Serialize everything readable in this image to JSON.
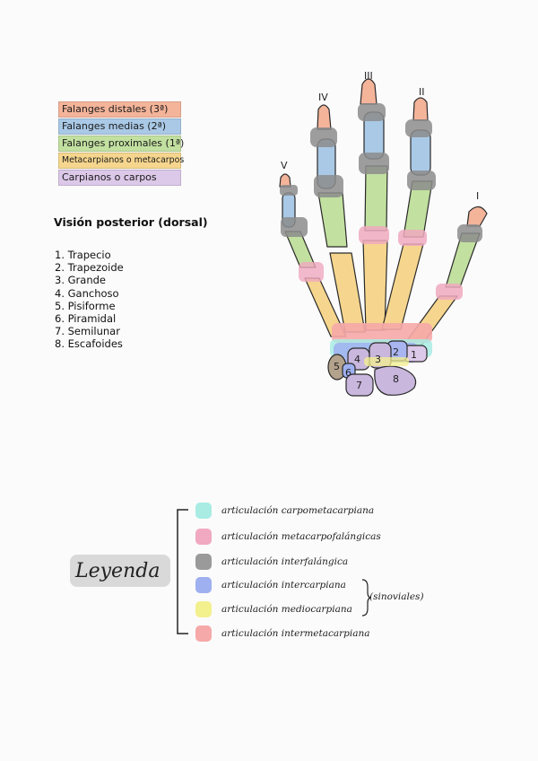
{
  "bone_key": [
    {
      "label": "Falanges distales (3ª)",
      "color": "#f4b49a"
    },
    {
      "label": "Falanges medias (2ª)",
      "color": "#a9c9e6"
    },
    {
      "label": "Falanges proximales (1ª)",
      "color": "#c2e0a0"
    },
    {
      "label": "Metacarpianos o metacarpos",
      "color": "#f6d68e"
    },
    {
      "label": "Carpianos o carpos",
      "color": "#dcc8e8"
    }
  ],
  "view_title": "Visión posterior (dorsal)",
  "carpals": [
    "1. Trapecio",
    "2. Trapezoide",
    "3. Grande",
    "4. Ganchoso",
    "5. Pisiforme",
    "6. Piramidal",
    "7. Semilunar",
    "8. Escafoides"
  ],
  "finger_numerals": [
    "V",
    "IV",
    "III",
    "II",
    "I"
  ],
  "carpal_numbers": [
    "1",
    "2",
    "3",
    "4",
    "5",
    "6",
    "7",
    "8"
  ],
  "legend": {
    "title": "Leyenda",
    "items": [
      {
        "label": "articulación carpometacarpiana",
        "color": "#a8ece4"
      },
      {
        "label": "articulación metacarpofalángicas",
        "color": "#f0a9c0"
      },
      {
        "label": "articulación interfalángica",
        "color": "#9a9a9a"
      },
      {
        "label": "articulación intercarpiana",
        "color": "#9fb0f0"
      },
      {
        "label": "articulación mediocarpiana",
        "color": "#f3f08e"
      },
      {
        "label": "articulación intermetacarpiana",
        "color": "#f6a9a9"
      }
    ],
    "group_note": "(sinoviales)"
  }
}
